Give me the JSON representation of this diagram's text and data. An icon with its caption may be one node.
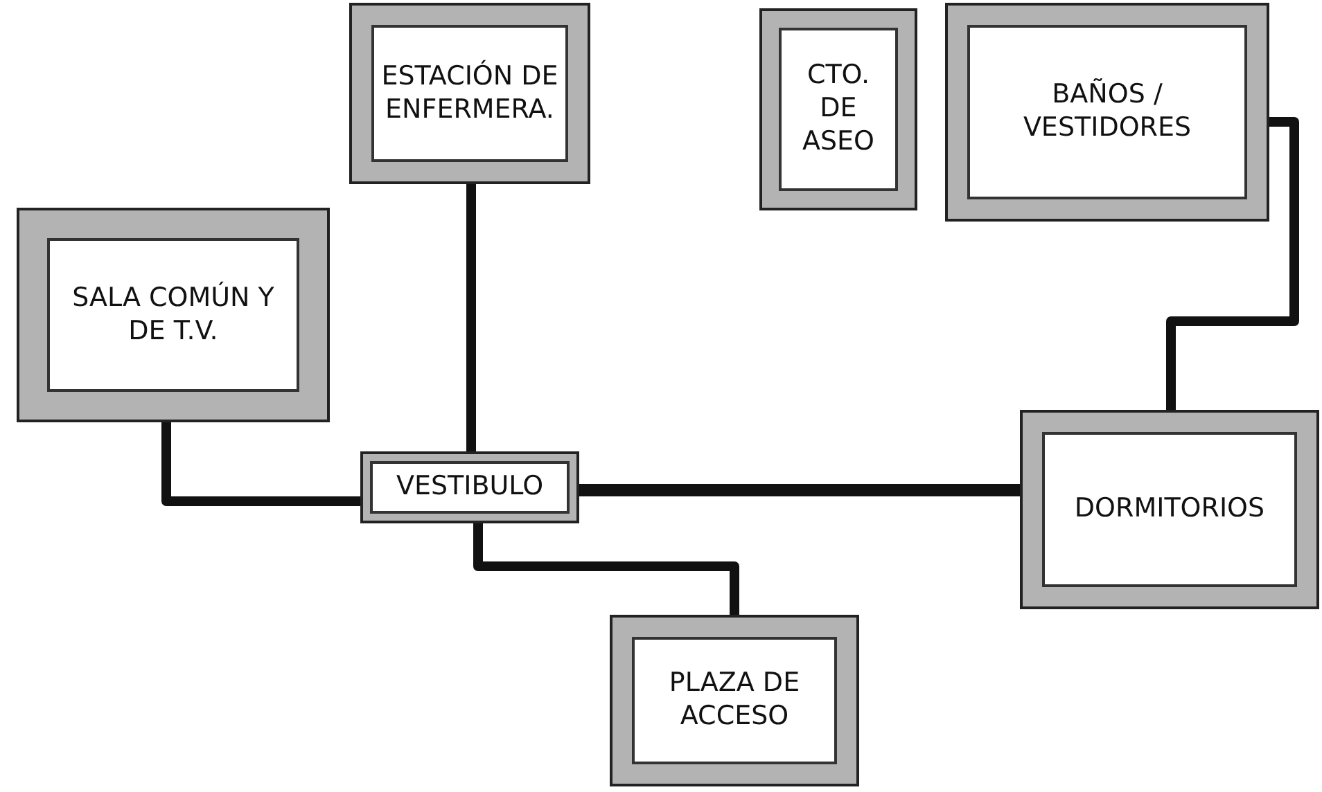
{
  "diagram": {
    "nodes": [
      {
        "text": [
          "ESTACIÓN DE ENFERMERA."
        ]
      },
      {
        "text": [
          "CTO. DE ASEO"
        ]
      },
      {
        "text": [
          "BAÑOS / VESTIDORES"
        ]
      },
      {
        "text": [
          "SALA COMÚN Y DE T.V."
        ]
      },
      {
        "text": [
          "VESTIBULO"
        ]
      },
      {
        "text": [
          "DORMITORIOS"
        ]
      },
      {
        "text": [
          "PLAZA DE ACCESO"
        ]
      }
    ],
    "edges": [
      {
        "from": 0,
        "to": 4,
        "arrow": "none"
      },
      {
        "from": 3,
        "to": 4,
        "arrow": "none"
      },
      {
        "from": 4,
        "to": 5,
        "arrow": "none"
      },
      {
        "from": 4,
        "to": 6,
        "arrow": "none"
      },
      {
        "from": 5,
        "to": 2,
        "arrow": "none"
      }
    ]
  }
}
